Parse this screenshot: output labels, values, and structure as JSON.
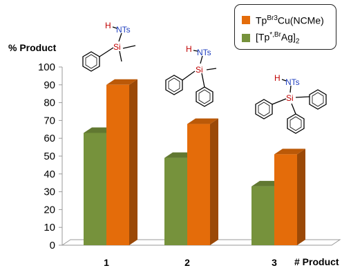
{
  "chart_data": {
    "type": "bar",
    "categories": [
      "1",
      "2",
      "3"
    ],
    "ylabel": "% Product",
    "xlabel": "# Product",
    "ylim": [
      0,
      100
    ],
    "yticks": [
      0,
      10,
      20,
      30,
      40,
      50,
      60,
      70,
      80,
      90,
      100
    ],
    "grid": false,
    "legend_position": "top-right",
    "series": [
      {
        "name": "[Tp*,BrAg]2",
        "color": "#76923c",
        "values": [
          63,
          49,
          33
        ]
      },
      {
        "name": "TpBr3Cu(NCMe)",
        "color": "#e46c0a",
        "values": [
          90,
          68,
          51
        ]
      }
    ]
  },
  "legend": {
    "cu": {
      "base": "Tp",
      "sup": "Br3",
      "rest": "Cu(NCMe)",
      "color": "#e46c0a"
    },
    "ag": {
      "open": "[Tp",
      "sup": "*,Br",
      "rest": "Ag]",
      "sub": "2",
      "color": "#76923c"
    }
  },
  "structures": {
    "atom_h": "H",
    "atom_nts": "NTs",
    "atom_si": "Si"
  }
}
